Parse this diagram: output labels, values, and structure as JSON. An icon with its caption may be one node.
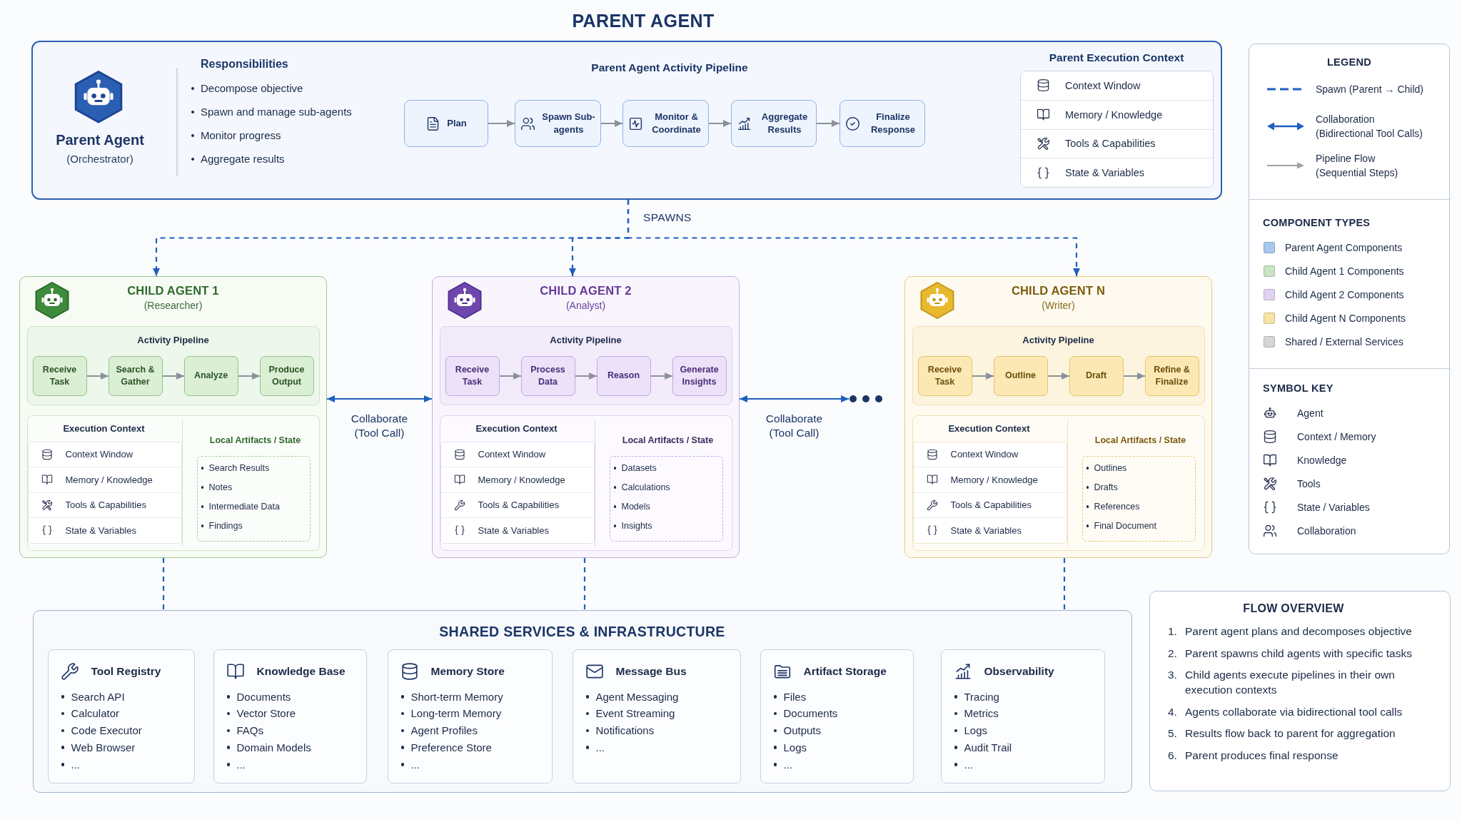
{
  "diagram": {
    "nodes": [
      {
        "text": [
          "PARENT AGENT",
          "Parent Agent",
          "(Orchestrator)",
          "Responsibilities",
          "Decompose objective",
          "Spawn and manage sub-agents",
          "Monitor progress",
          "Aggregate results",
          "Parent Agent Activity Pipeline"
        ]
      },
      {
        "text": [
          "Plan"
        ],
        "in": 0
      },
      {
        "text": [
          "Spawn Sub-agents"
        ],
        "in": 0
      },
      {
        "text": [
          "Monitor & Coordinate"
        ],
        "in": 0
      },
      {
        "text": [
          "Aggregate Results"
        ],
        "in": 0
      },
      {
        "text": [
          "Finalize Response"
        ],
        "in": 0
      },
      {
        "text": [
          "Parent Execution Context",
          "Context Window",
          "Memory / Knowledge",
          "Tools & Capabilities",
          "State & Variables"
        ],
        "in": 0
      },
      {
        "text": [
          "CHILD AGENT 1",
          "(Researcher)"
        ]
      },
      {
        "text": [
          "Activity Pipeline"
        ],
        "in": 7
      },
      {
        "text": [
          "Receive Task"
        ],
        "in": 8
      },
      {
        "text": [
          "Search & Gather"
        ],
        "in": 8
      },
      {
        "text": [
          "Analyze"
        ],
        "in": 8
      },
      {
        "text": [
          "Produce Output"
        ],
        "in": 8
      },
      {
        "text": [
          "Execution Context",
          "Local Artifacts / State"
        ],
        "in": 7
      },
      {
        "text": [
          "Context Window",
          "Memory / Knowledge",
          "Tools & Capabilities",
          "State & Variables"
        ],
        "in": 13
      },
      {
        "text": [
          "Search Results",
          "Notes",
          "Intermediate Data",
          "Findings"
        ],
        "in": 13
      },
      {
        "text": [
          "CHILD AGENT 2",
          "(Analyst)"
        ]
      },
      {
        "text": [
          "Activity Pipeline"
        ],
        "in": 16
      },
      {
        "text": [
          "Receive Task"
        ],
        "in": 17
      },
      {
        "text": [
          "Process Data"
        ],
        "in": 17
      },
      {
        "text": [
          "Reason"
        ],
        "in": 17
      },
      {
        "text": [
          "Generate Insights"
        ],
        "in": 17
      },
      {
        "text": [
          "Execution Context",
          "Local Artifacts / State"
        ],
        "in": 16
      },
      {
        "text": [
          "Context Window",
          "Memory / Knowledge",
          "Tools & Capabilities",
          "State & Variables"
        ],
        "in": 22
      },
      {
        "text": [
          "Datasets",
          "Calculations",
          "Models",
          "Insights"
        ],
        "in": 22
      },
      {
        "text": [
          "CHILD AGENT N",
          "(Writer)"
        ]
      },
      {
        "text": [
          "Activity Pipeline"
        ],
        "in": 25
      },
      {
        "text": [
          "Receive Task"
        ],
        "in": 26
      },
      {
        "text": [
          "Outline"
        ],
        "in": 26
      },
      {
        "text": [
          "Draft"
        ],
        "in": 26
      },
      {
        "text": [
          "Refine & Finalize"
        ],
        "in": 26
      },
      {
        "text": [
          "Execution Context",
          "Local Artifacts / State"
        ],
        "in": 25
      },
      {
        "text": [
          "Context Window",
          "Memory / Knowledge",
          "Tools & Capabilities",
          "State & Variables"
        ],
        "in": 31
      },
      {
        "text": [
          "Outlines",
          "Drafts",
          "References",
          "Final Document"
        ],
        "in": 31
      },
      {
        "text": [],
        "shape": "dots"
      },
      {
        "text": [
          "SHARED SERVICES & INFRASTRUCTURE"
        ]
      },
      {
        "text": [
          "Tool Registry",
          "Search API",
          "Calculator",
          "Code Executor",
          "Web Browser",
          "..."
        ],
        "in": 35
      },
      {
        "text": [
          "Knowledge Base",
          "Documents",
          "Vector Store",
          "FAQs",
          "Domain Models",
          "..."
        ],
        "in": 35
      },
      {
        "text": [
          "Memory Store",
          "Short-term Memory",
          "Long-term Memory",
          "Agent Profiles",
          "Preference Store",
          "..."
        ],
        "in": 35
      },
      {
        "text": [
          "Message Bus",
          "Agent Messaging",
          "Event Streaming",
          "Notifications",
          "..."
        ],
        "in": 35
      },
      {
        "text": [
          "Artifact Storage",
          "Files",
          "Documents",
          "Outputs",
          "Logs",
          "..."
        ],
        "in": 35
      },
      {
        "text": [
          "Observability",
          "Tracing",
          "Metrics",
          "Logs",
          "Audit Trail",
          "..."
        ],
        "in": 35
      },
      {
        "text": [
          "FLOW OVERVIEW",
          "1.",
          "Parent agent plans and decomposes objective",
          "2.",
          "Parent spawns child agents with specific tasks",
          "3.",
          "Child agents execute pipelines in their own execution contexts",
          "4.",
          "Agents collaborate via bidirectional tool calls",
          "5.",
          "Results flow back to parent for aggregation",
          "6.",
          "Parent produces final response"
        ]
      }
    ],
    "edges": [
      {
        "from": 1,
        "to": 2,
        "arrow": "to"
      },
      {
        "from": 2,
        "to": 3,
        "arrow": "to"
      },
      {
        "from": 3,
        "to": 4,
        "arrow": "to"
      },
      {
        "from": 4,
        "to": 5,
        "arrow": "to"
      },
      {
        "from": 0,
        "to": 7,
        "arrow": "to",
        "style": "dashed",
        "color": "#1f5fbf"
      },
      {
        "from": 0,
        "to": 16,
        "arrow": "to",
        "label": "SPAWNS",
        "style": "dashed",
        "color": "#1f5fbf"
      },
      {
        "from": 0,
        "to": 25,
        "arrow": "to",
        "style": "dashed",
        "color": "#1f5fbf"
      },
      {
        "from": 9,
        "to": 10,
        "arrow": "to"
      },
      {
        "from": 10,
        "to": 11,
        "arrow": "to"
      },
      {
        "from": 11,
        "to": 12,
        "arrow": "to"
      },
      {
        "from": 7,
        "to": 16,
        "arrow": "both",
        "label": "Collaborate (Tool Call)",
        "color": "#1f5fbf"
      },
      {
        "from": 18,
        "to": 19,
        "arrow": "to"
      },
      {
        "from": 19,
        "to": 20,
        "arrow": "to"
      },
      {
        "from": 20,
        "to": 21,
        "arrow": "to"
      },
      {
        "from": 16,
        "to": 34,
        "arrow": "both",
        "label": "Collaborate (Tool Call)",
        "color": "#1f5fbf"
      },
      {
        "from": 27,
        "to": 28,
        "arrow": "to"
      },
      {
        "from": 28,
        "to": 29,
        "arrow": "to"
      },
      {
        "from": 29,
        "to": 30,
        "arrow": "to"
      },
      {
        "from": 7,
        "to": 35,
        "arrow": "none",
        "style": "dashed",
        "color": "#1f5fbf"
      },
      {
        "from": 16,
        "to": 35,
        "arrow": "none",
        "style": "dashed",
        "color": "#1f5fbf"
      },
      {
        "from": 25,
        "to": 35,
        "arrow": "none",
        "style": "dashed",
        "color": "#1f5fbf"
      }
    ],
    "labels": [
      "LEGEND",
      "COMPONENT TYPES",
      "SYMBOL KEY"
    ],
    "legend": [
      {
        "text": "Spawn (Parent → Child)"
      },
      {
        "text": "Collaboration (Bidirectional Tool Calls)"
      },
      {
        "text": "Pipeline Flow (Sequential Steps)"
      },
      {
        "text": "Parent Agent Components",
        "color": "#a9c8f0"
      },
      {
        "text": "Child Agent 1 Components",
        "color": "#c9e5c3"
      },
      {
        "text": "Child Agent 2 Components",
        "color": "#e0d3f2"
      },
      {
        "text": "Child Agent N Components",
        "color": "#f8e3a6"
      },
      {
        "text": "Shared / External Services",
        "color": "#d6d6d6"
      },
      {
        "text": "Agent"
      },
      {
        "text": "Context / Memory"
      },
      {
        "text": "Knowledge"
      },
      {
        "text": "Tools"
      },
      {
        "text": "State / Variables"
      },
      {
        "text": "Collaboration"
      }
    ]
  }
}
